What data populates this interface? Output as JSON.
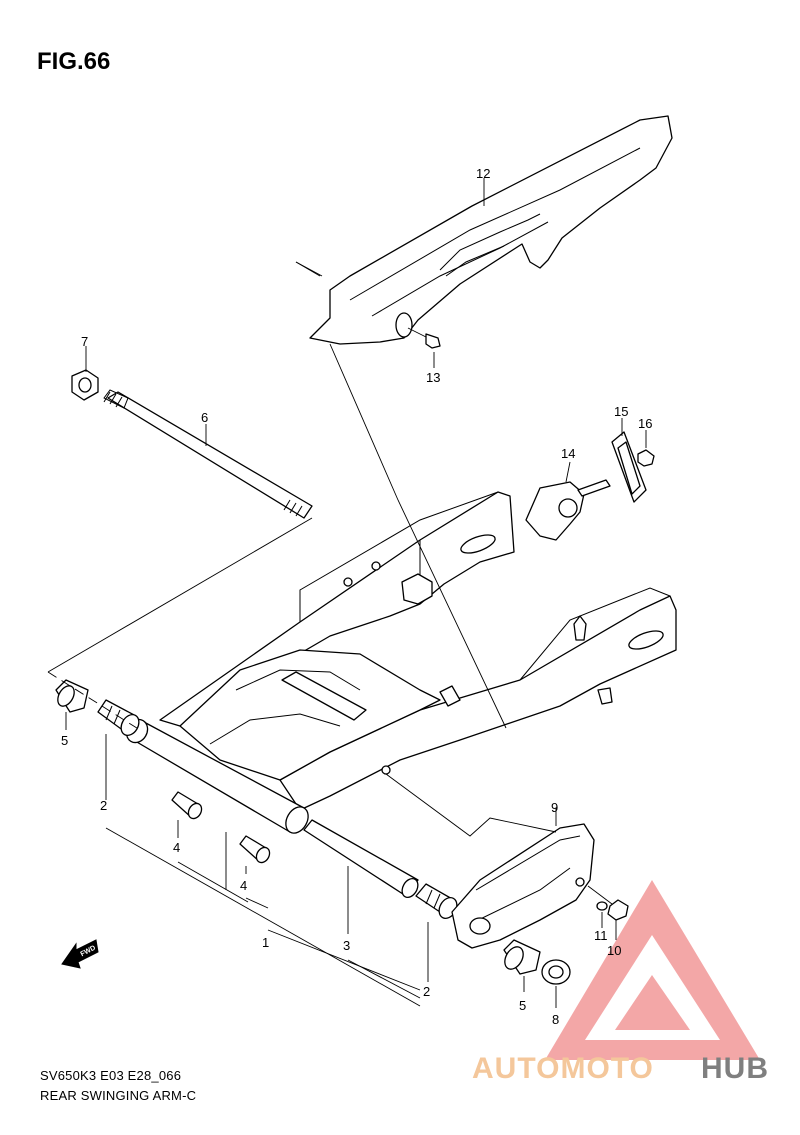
{
  "figure": {
    "title": "FIG.66",
    "model_code": "SV650K3 E03 E28_066",
    "diagram_name": "REAR SWINGING ARM-C"
  },
  "callouts": [
    "1",
    "2",
    "2",
    "3",
    "4",
    "4",
    "5",
    "5",
    "6",
    "7",
    "8",
    "9",
    "10",
    "11",
    "12",
    "13",
    "14",
    "15",
    "16"
  ],
  "fwd_label": "FWD",
  "watermark": {
    "text_a": "AUTOMOTO",
    "text_b": "HUB",
    "color_a": "#f4c79b",
    "color_b": "#7f7f7f",
    "triangle_color": "#f08a8a"
  }
}
